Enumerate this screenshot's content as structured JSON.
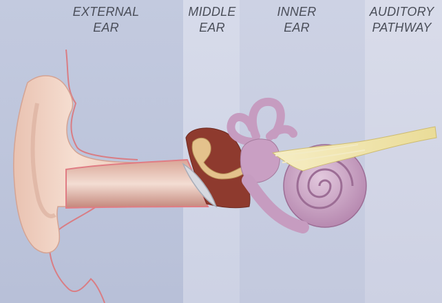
{
  "regions": [
    {
      "line1": "EXTERNAL",
      "line2": "EAR"
    },
    {
      "line1": "MIDDLE",
      "line2": "EAR"
    },
    {
      "line1": "INNER",
      "line2": "EAR"
    },
    {
      "line1": "AUDITORY",
      "line2": "PATHWAY"
    }
  ],
  "colors": {
    "skin": "#f2d6c6",
    "canal": "#c98d80",
    "cavity": "#8e3a2e",
    "ossicles": "#e4c28c",
    "cochlea": "#c69cc0",
    "nerve": "#efe3a6"
  }
}
